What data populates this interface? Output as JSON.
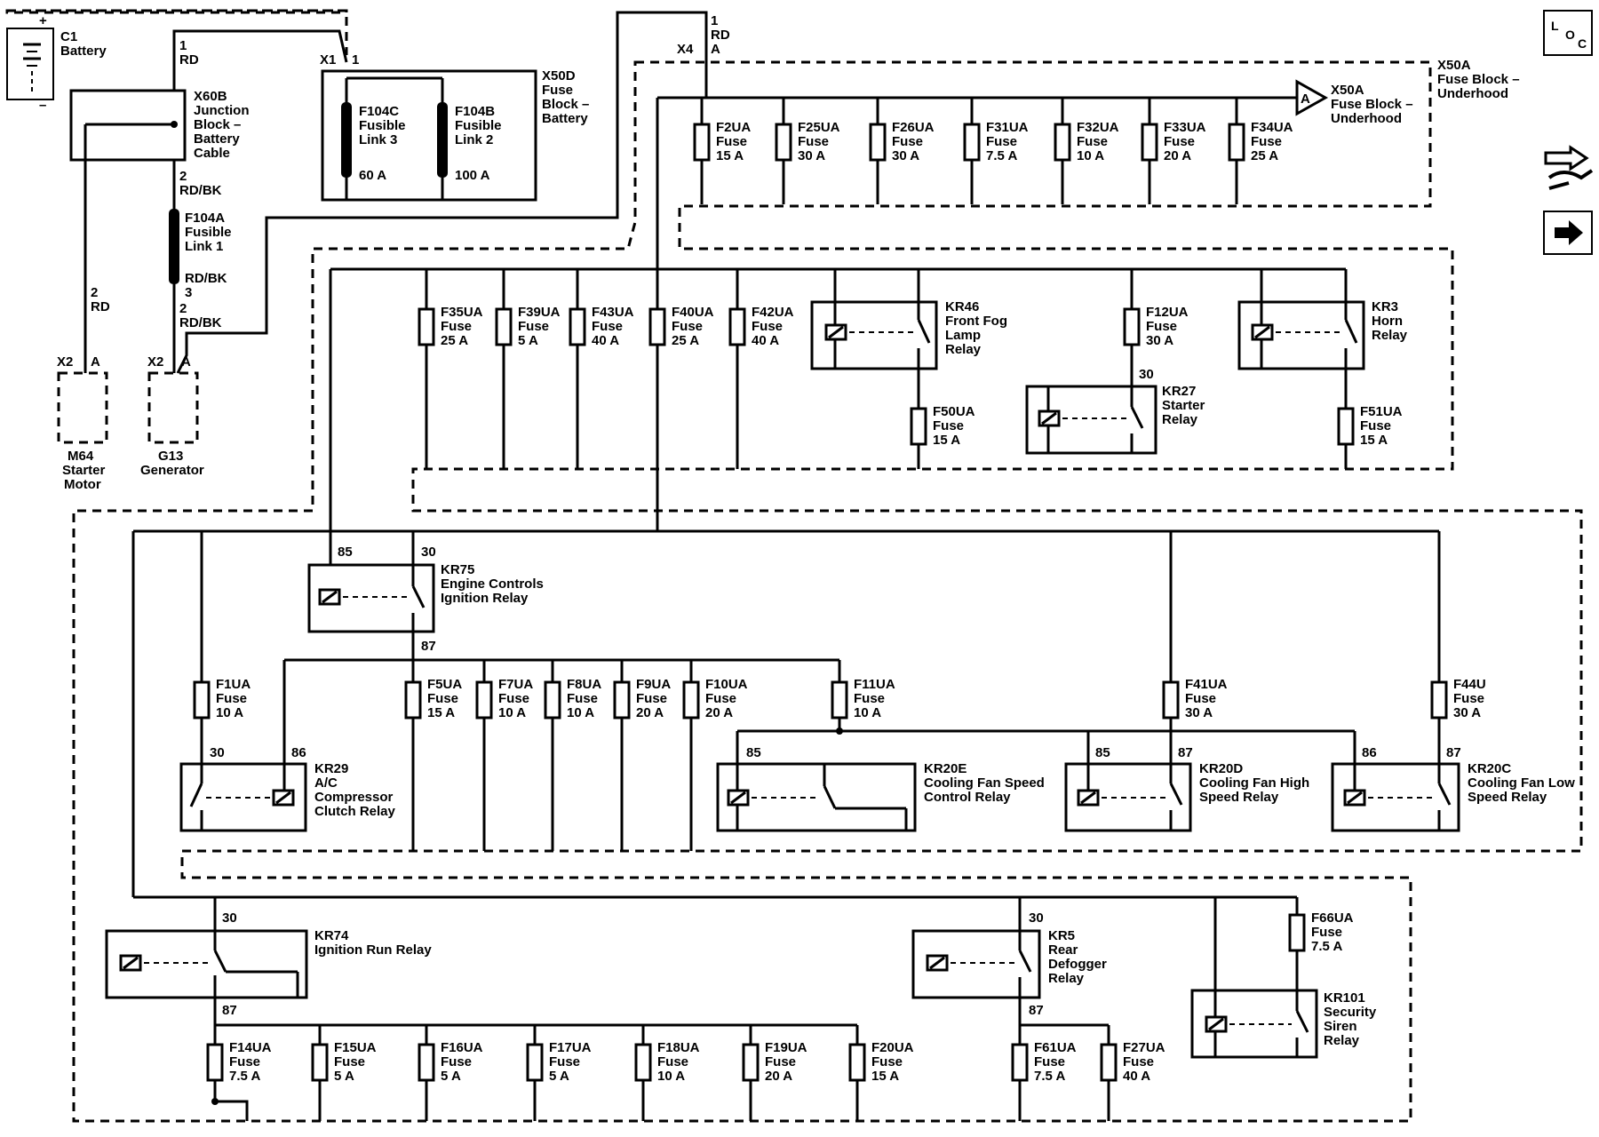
{
  "battery": {
    "id": "C1",
    "name": "Battery",
    "plus": "+",
    "minus": "–"
  },
  "x60b": {
    "id": "X60B",
    "line2": "Junction",
    "line3": "Block –",
    "line4": "Battery",
    "line5": "Cable"
  },
  "x50d": {
    "id": "X50D",
    "line2": "Fuse",
    "line3": "Block –",
    "line4": "Battery"
  },
  "x50a": {
    "id": "X50A",
    "line2": "Fuse Block –",
    "line3": "Underhood"
  },
  "x50a_ref": {
    "letter": "A",
    "id": "X50A",
    "line2": "Fuse Block –",
    "line3": "Underhood"
  },
  "wires": {
    "bat_pin": "1",
    "bat_color": "RD",
    "jb_pin": "2",
    "jb_color": "RD/BK",
    "link1_color": "RD/BK",
    "link1_pin": "3",
    "gen_pin": "2",
    "gen_color": "RD/BK",
    "starter_pin": "2",
    "starter_color": "RD",
    "x4_pin": "1",
    "x4_color": "RD",
    "x4_label": "X4",
    "x4_letter": "A",
    "x1_label": "X1",
    "x1_pin": "1"
  },
  "links": [
    {
      "id": "F104C",
      "line2": "Fusible",
      "line3": "Link 3",
      "rating": "60 A"
    },
    {
      "id": "F104B",
      "line2": "Fusible",
      "line3": "Link 2",
      "rating": "100 A"
    },
    {
      "id": "F104A",
      "line2": "Fusible",
      "line3": "Link 1"
    }
  ],
  "components": {
    "m64": {
      "conn": "X2",
      "pin": "A",
      "id": "M64",
      "line2": "Starter",
      "line3": "Motor"
    },
    "g13": {
      "conn": "X2",
      "pin": "A",
      "id": "G13",
      "line2": "Generator"
    }
  },
  "fuses": [
    {
      "id": "F2UA",
      "type": "Fuse",
      "rating": "15 A"
    },
    {
      "id": "F25UA",
      "type": "Fuse",
      "rating": "30 A"
    },
    {
      "id": "F26UA",
      "type": "Fuse",
      "rating": "30 A"
    },
    {
      "id": "F31UA",
      "type": "Fuse",
      "rating": "7.5 A"
    },
    {
      "id": "F32UA",
      "type": "Fuse",
      "rating": "10 A"
    },
    {
      "id": "F33UA",
      "type": "Fuse",
      "rating": "20 A"
    },
    {
      "id": "F34UA",
      "type": "Fuse",
      "rating": "25 A"
    },
    {
      "id": "F35UA",
      "type": "Fuse",
      "rating": "25 A"
    },
    {
      "id": "F39UA",
      "type": "Fuse",
      "rating": "5 A"
    },
    {
      "id": "F43UA",
      "type": "Fuse",
      "rating": "40 A"
    },
    {
      "id": "F40UA",
      "type": "Fuse",
      "rating": "25 A"
    },
    {
      "id": "F42UA",
      "type": "Fuse",
      "rating": "40 A"
    },
    {
      "id": "F50UA",
      "type": "Fuse",
      "rating": "15 A"
    },
    {
      "id": "F12UA",
      "type": "Fuse",
      "rating": "30 A"
    },
    {
      "id": "F51UA",
      "type": "Fuse",
      "rating": "15 A"
    },
    {
      "id": "F1UA",
      "type": "Fuse",
      "rating": "10 A"
    },
    {
      "id": "F5UA",
      "type": "Fuse",
      "rating": "15 A"
    },
    {
      "id": "F7UA",
      "type": "Fuse",
      "rating": "10 A"
    },
    {
      "id": "F8UA",
      "type": "Fuse",
      "rating": "10 A"
    },
    {
      "id": "F9UA",
      "type": "Fuse",
      "rating": "20 A"
    },
    {
      "id": "F10UA",
      "type": "Fuse",
      "rating": "20 A"
    },
    {
      "id": "F11UA",
      "type": "Fuse",
      "rating": "10 A"
    },
    {
      "id": "F41UA",
      "type": "Fuse",
      "rating": "30 A"
    },
    {
      "id": "F44U",
      "type": "Fuse",
      "rating": "30 A"
    },
    {
      "id": "F14UA",
      "type": "Fuse",
      "rating": "7.5 A"
    },
    {
      "id": "F15UA",
      "type": "Fuse",
      "rating": "5 A"
    },
    {
      "id": "F16UA",
      "type": "Fuse",
      "rating": "5 A"
    },
    {
      "id": "F17UA",
      "type": "Fuse",
      "rating": "5 A"
    },
    {
      "id": "F18UA",
      "type": "Fuse",
      "rating": "10 A"
    },
    {
      "id": "F19UA",
      "type": "Fuse",
      "rating": "20 A"
    },
    {
      "id": "F20UA",
      "type": "Fuse",
      "rating": "15 A"
    },
    {
      "id": "F61UA",
      "type": "Fuse",
      "rating": "7.5 A"
    },
    {
      "id": "F27UA",
      "type": "Fuse",
      "rating": "40 A"
    },
    {
      "id": "F66UA",
      "type": "Fuse",
      "rating": "7.5 A"
    }
  ],
  "relays": {
    "kr46": {
      "id": "KR46",
      "line2": "Front Fog",
      "line3": "Lamp",
      "line4": "Relay"
    },
    "kr27": {
      "id": "KR27",
      "line2": "Starter",
      "line3": "Relay",
      "pin": "30"
    },
    "kr3": {
      "id": "KR3",
      "line2": "Horn",
      "line3": "Relay"
    },
    "kr75": {
      "id": "KR75",
      "line2": "Engine Controls",
      "line3": "Ignition Relay",
      "pin_a": "85",
      "pin_b": "30",
      "pin_c": "87"
    },
    "kr29": {
      "id": "KR29",
      "line2": "A/C",
      "line3": "Compressor",
      "line4": "Clutch Relay",
      "pin_a": "30",
      "pin_b": "86"
    },
    "kr20e": {
      "id": "KR20E",
      "line2": "Cooling Fan Speed",
      "line3": "Control Relay",
      "pin_a": "85"
    },
    "kr20d": {
      "id": "KR20D",
      "line2": "Cooling Fan High",
      "line3": "Speed Relay",
      "pin_a": "85",
      "pin_b": "87"
    },
    "kr20c": {
      "id": "KR20C",
      "line2": "Cooling Fan Low",
      "line3": "Speed Relay",
      "pin_a": "86",
      "pin_b": "87"
    },
    "kr74": {
      "id": "KR74",
      "line2": "Ignition Run Relay",
      "pin_a": "30",
      "pin_b": "87"
    },
    "kr5": {
      "id": "KR5",
      "line2": "Rear",
      "line3": "Defogger",
      "line4": "Relay",
      "pin_a": "30",
      "pin_b": "87"
    },
    "kr101": {
      "id": "KR101",
      "line2": "Security",
      "line3": "Siren",
      "line4": "Relay"
    }
  },
  "nav": {
    "loc_l": "L",
    "loc_o": "O",
    "loc_c": "C"
  }
}
